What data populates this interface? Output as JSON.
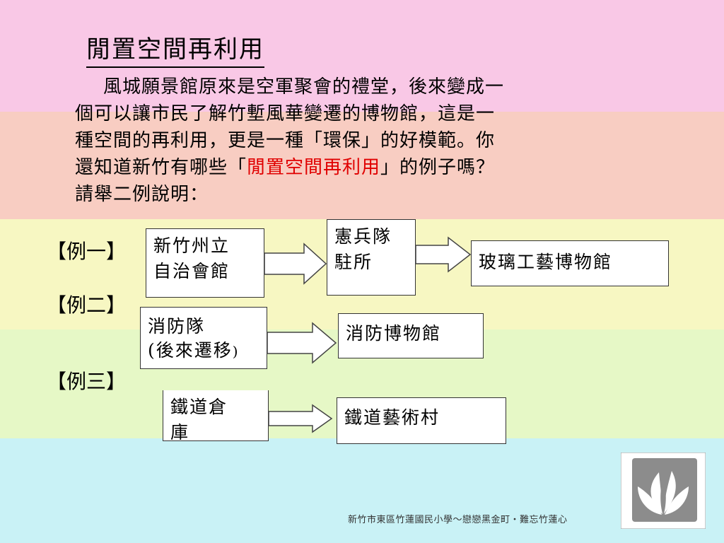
{
  "slide": {
    "title": "閒置空間再利用",
    "paragraph": {
      "line1": "風城願景館原來是空軍聚會的禮堂，後來變成一",
      "line2": "個可以讓市民了解竹塹風華變遷的博物館，這是一",
      "line3": "種空間的再利用，更是一種「環保」的好模範。你",
      "line4_pre": "還知道新竹有哪些「",
      "line4_highlight": "閒置空間再利用",
      "line4_post": "」的例子嗎？",
      "line5": "請舉二例說明："
    },
    "examples": [
      {
        "label": "【例一】",
        "from_line1": "新竹州立",
        "from_line2": "自治會館",
        "middle_line1": "憲兵隊",
        "middle_line2": "駐所",
        "to": "玻璃工藝博物館"
      },
      {
        "label": "【例二】",
        "from_line1": "消防隊",
        "from_line2_open": "(",
        "from_line2": "後來遷移",
        "from_line2_close": ")",
        "to": "消防博物館"
      },
      {
        "label": "【例三】",
        "from_line1": "鐵道倉",
        "from_line2": "庫",
        "to": "鐵道藝術村"
      }
    ],
    "footer": "新竹市東區竹蓮國民小學～戀戀黑金町・難忘竹蓮心"
  },
  "colors": {
    "band_pink": "#f9c8e6",
    "band_peach": "#f8cdc2",
    "band_yellow": "#f7f7c2",
    "band_lime": "#e6f8c6",
    "band_cyan": "#c9f2f6",
    "highlight": "#e00000"
  },
  "icons": {
    "arrow": "block-arrow-right",
    "logo": "lotus-logo"
  }
}
